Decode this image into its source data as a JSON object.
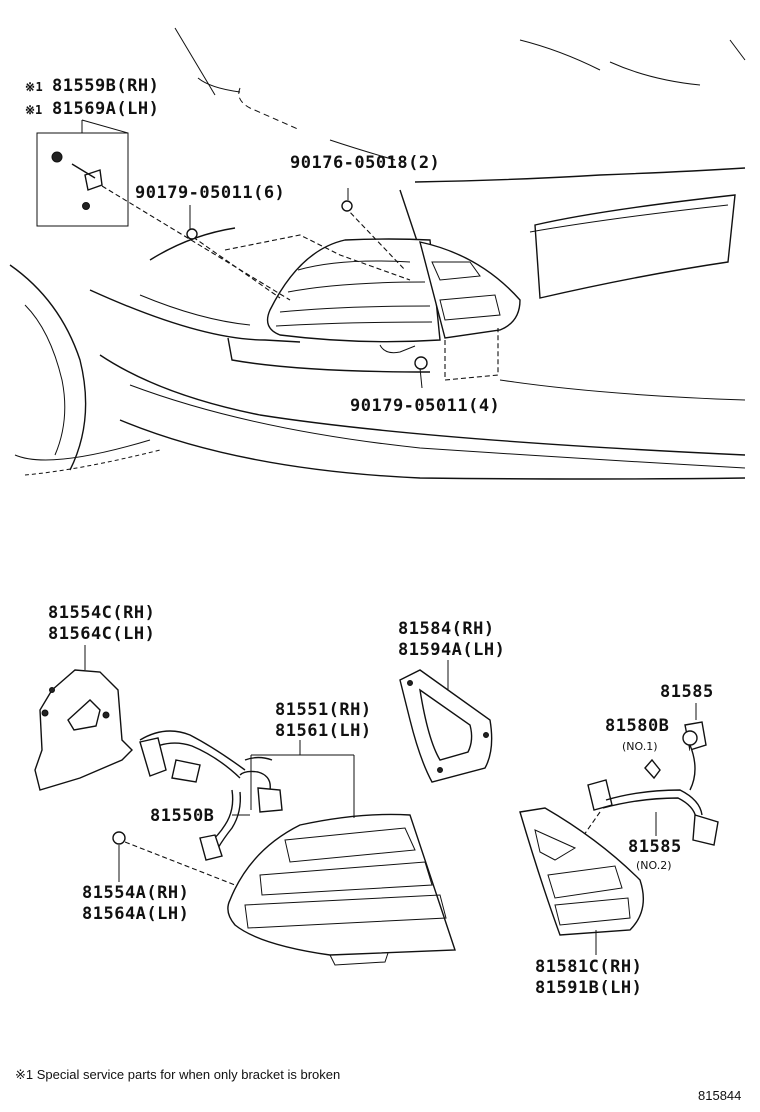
{
  "labels": {
    "bracket_rh": "81559B(RH)",
    "bracket_lh": "81569A(LH)",
    "note_mark_1": "※1",
    "note_mark_2": "※1",
    "nut_top_right": "90176-05018(2)",
    "nut_left": "90179-05011(6)",
    "nut_bottom": "90179-05011(4)",
    "cover_rh": "81554C(RH)",
    "cover_lh": "81564C(LH)",
    "lens_rh": "81584(RH)",
    "lens_lh": "81594A(LH)",
    "lamp_rh": "81551(RH)",
    "lamp_lh": "81561(LH)",
    "socket": "81585",
    "bulb": "81580B",
    "bulb_no1": "(NO.1)",
    "socket_2": "81585",
    "socket_no2": "(NO.2)",
    "wire": "81550B",
    "grommet_rh": "81554A(RH)",
    "grommet_lh": "81564A(LH)",
    "inner_lamp_rh": "81581C(RH)",
    "inner_lamp_lh": "81591B(LH)"
  },
  "footnote": "※1 Special service parts for when only bracket is broken",
  "figure_id": "815844"
}
